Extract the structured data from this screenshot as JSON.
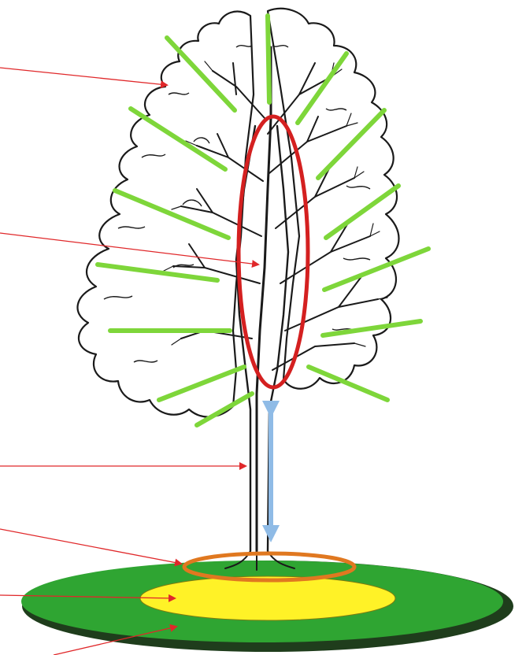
{
  "diagram": {
    "callouts": [
      {
        "id": "crown",
        "target": "leaf-canopy"
      },
      {
        "id": "scaffold",
        "target": "main-branch-framework"
      },
      {
        "id": "trunk",
        "target": "clear-trunk"
      },
      {
        "id": "collar",
        "target": "trunk-base-ring"
      },
      {
        "id": "inner-zone",
        "target": "yellow-root-zone"
      },
      {
        "id": "outer-zone",
        "target": "green-root-zone"
      }
    ],
    "colors": {
      "callout_line": "#e0282a",
      "branch_marker": "#7ed63a",
      "framework_ellipse": "#d42020",
      "clear_trunk_arrow": "#8fbbe6",
      "collar_ring": "#e07820",
      "inner_zone": "#fff227",
      "outer_zone": "#2fa532",
      "outer_zone_shadow": "#1f3d1c",
      "tree_outline": "#1a1a1a"
    },
    "branch_marker_count": 14
  }
}
